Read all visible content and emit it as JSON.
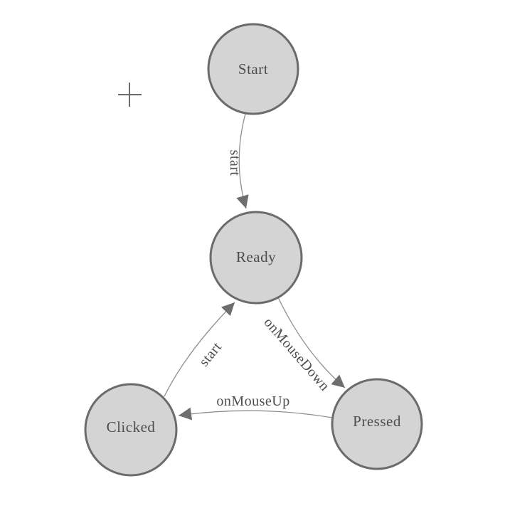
{
  "diagram": {
    "type": "state-diagram",
    "nodes": [
      {
        "id": "start",
        "label": "Start"
      },
      {
        "id": "ready",
        "label": "Ready"
      },
      {
        "id": "clicked",
        "label": "Clicked"
      },
      {
        "id": "pressed",
        "label": "Pressed"
      }
    ],
    "edges": [
      {
        "from": "Start",
        "to": "Ready",
        "label": "start"
      },
      {
        "from": "Ready",
        "to": "Pressed",
        "label": "onMouseDown"
      },
      {
        "from": "Pressed",
        "to": "Clicked",
        "label": "onMouseUp"
      },
      {
        "from": "Clicked",
        "to": "Ready",
        "label": "start"
      }
    ],
    "cursor": {
      "icon": "crosshair-icon"
    },
    "colors": {
      "background": "#ffffff",
      "node_fill": "#d4d4d4",
      "node_stroke": "#6b6b6b",
      "edge_stroke": "#8f8f8f",
      "arrowhead": "#6e6e6e",
      "label_text": "#4d4d50"
    }
  }
}
